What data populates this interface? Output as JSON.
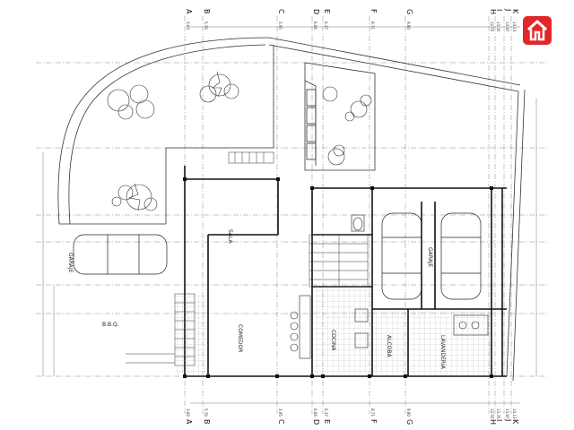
{
  "axes": {
    "columns": [
      {
        "label": "A",
        "top": "3.60",
        "bottom": "3.60"
      },
      {
        "label": "B",
        "top": "5.70",
        "bottom": "5.70"
      },
      {
        "label": "C",
        "top": "3.95",
        "bottom": "3.95"
      },
      {
        "label": "D",
        "top": "6.06",
        "bottom": "6.06"
      },
      {
        "label": "E",
        "top": "6.37",
        "bottom": "6.37"
      },
      {
        "label": "F",
        "top": "8.71",
        "bottom": "8.71"
      },
      {
        "label": "G",
        "top": "9.80",
        "bottom": "9.80"
      },
      {
        "label": "H",
        "top": "12.55",
        "bottom": "12.55"
      },
      {
        "label": "I",
        "top": "13.35",
        "bottom": "13.35"
      },
      {
        "label": "J",
        "top": "13.97",
        "bottom": "13.97"
      },
      {
        "label": "K",
        "top": "14.13",
        "bottom": "14.13"
      }
    ]
  },
  "rooms": {
    "garaje_left": "GARAJE",
    "garaje_right": "GARAJE",
    "bbq": "B.B.Q.",
    "sala": "SALA",
    "comedor": "COMEDOR",
    "cocina": "COCINA",
    "alcoba": "ALCOBA",
    "lavanderia": "LAVANDERIA"
  },
  "colors": {
    "logo": "#e2272c",
    "ink": "#222222"
  },
  "logo_icon": "house-icon"
}
